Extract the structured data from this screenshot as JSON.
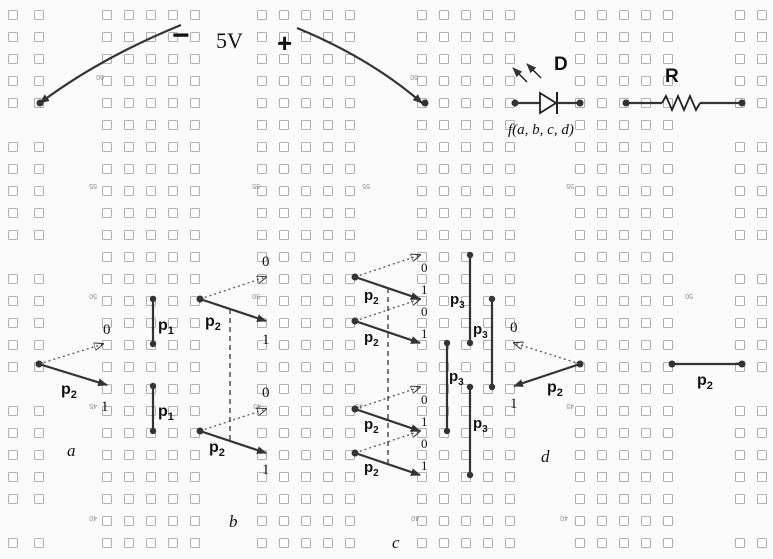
{
  "supply": {
    "minus": "−",
    "voltage": "5V",
    "plus": "+"
  },
  "components": {
    "diode": "D",
    "resistor": "R",
    "function": "f(a, b, c, d)"
  },
  "stages": {
    "a": "a",
    "b": "b",
    "c": "c",
    "d": "d"
  },
  "pin_labels": {
    "p1": "p",
    "p2": "p",
    "p3": "p",
    "sub1": "1",
    "sub2": "2",
    "sub3": "3"
  },
  "logic": {
    "zero": "0",
    "one": "1"
  },
  "row_numbers": [
    "60",
    "55",
    "50",
    "45",
    "40"
  ]
}
